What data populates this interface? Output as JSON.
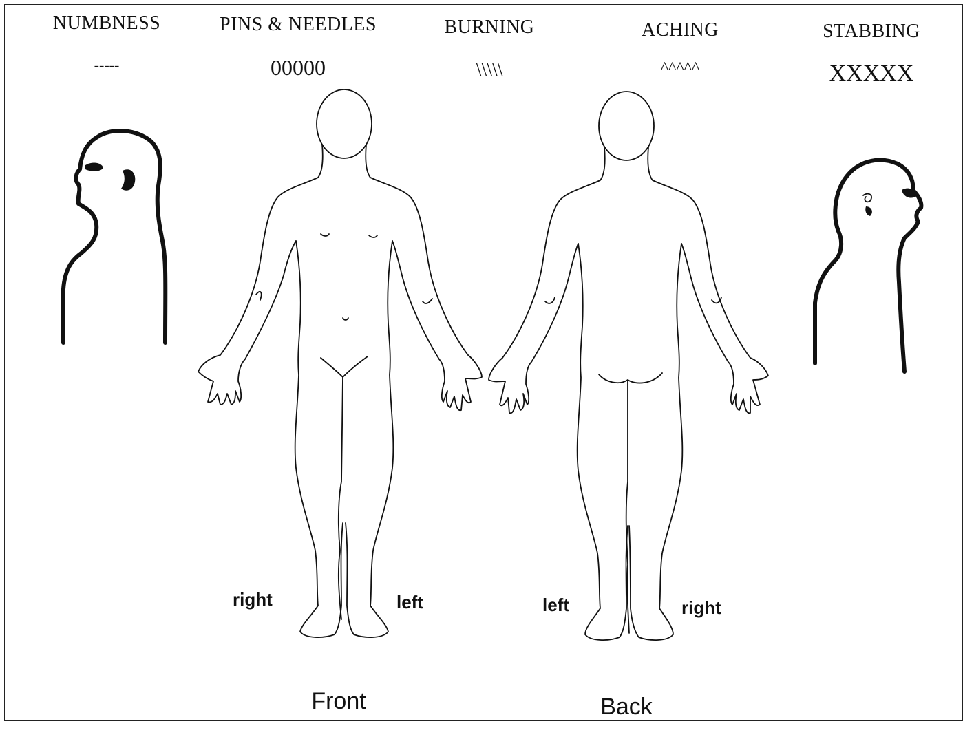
{
  "legend": [
    {
      "label": "NUMBNESS",
      "symbol": "-----"
    },
    {
      "label": "PINS & NEEDLES",
      "symbol": "00000"
    },
    {
      "label": "BURNING",
      "symbol": "\\\\\\\\\\"
    },
    {
      "label": "ACHING",
      "symbol": "^^^^^"
    },
    {
      "label": "STABBING",
      "symbol": "XXXXX"
    }
  ],
  "front": {
    "title": "Front",
    "right_label": "right",
    "left_label": "left"
  },
  "back": {
    "title": "Back",
    "left_label": "left",
    "right_label": "right"
  },
  "figures": {
    "head_left": "head-profile-facing-left",
    "head_right": "head-profile-facing-right",
    "body_front": "body-outline-front",
    "body_back": "body-outline-back"
  },
  "colors": {
    "ink": "#111111",
    "paper": "#ffffff"
  }
}
